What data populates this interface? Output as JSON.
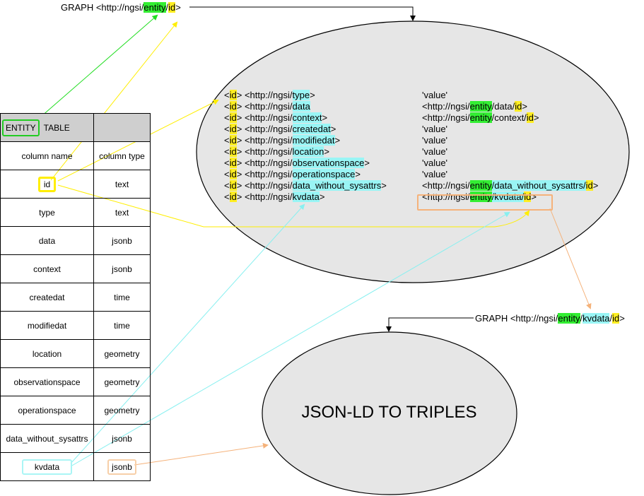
{
  "graph_top": {
    "prefix": "GRAPH <http://ngsi/",
    "entity": "entity",
    "sep": "/",
    "id": "id",
    "suffix": ">"
  },
  "graph_mid": {
    "prefix": "GRAPH <http://ngsi/",
    "entity": "entity",
    "sep1": "/",
    "kvdata": "kvdata",
    "sep2": "/",
    "id": "id",
    "suffix": ">"
  },
  "table": {
    "header_entity": "ENTITY",
    "header_table": "TABLE",
    "col_name": "column name",
    "col_type": "column type",
    "rows": [
      {
        "name": "id",
        "type": "text"
      },
      {
        "name": "type",
        "type": "text"
      },
      {
        "name": "data",
        "type": "jsonb"
      },
      {
        "name": "context",
        "type": "jsonb"
      },
      {
        "name": "createdat",
        "type": "time"
      },
      {
        "name": "modifiedat",
        "type": "time"
      },
      {
        "name": "location",
        "type": "geometry"
      },
      {
        "name": "observationspace",
        "type": "geometry"
      },
      {
        "name": "operationspace",
        "type": "geometry"
      },
      {
        "name": "data_without_sysattrs",
        "type": "jsonb"
      },
      {
        "name": "kvdata",
        "type": "jsonb"
      }
    ]
  },
  "triples": {
    "subj_id": "id",
    "lt": "<",
    "gt": ">",
    "pred_prefix": "<http://ngsi/",
    "value": "'value'",
    "obj_prefix": "<http://ngsi/",
    "entity": "entity",
    "data_p": "/data/",
    "context_p": "/context/",
    "dws_p": "/data_without_sysattrs/",
    "kv_p": "/kvdata/",
    "slash": "/",
    "predicates": [
      "type",
      "data",
      "context",
      "createdat",
      "modifiedat",
      "location",
      "observationspace",
      "operationspace",
      "data_without_sysattrs",
      "kvdata"
    ]
  },
  "lower_ellipse": {
    "title": "JSON-LD TO TRIPLES"
  },
  "colors": {
    "green": "#22dd22",
    "yellow": "#ffee00",
    "cyan": "#88f0f0",
    "orange": "#f5b27a",
    "ellipse_fill": "#e6e6e6"
  }
}
